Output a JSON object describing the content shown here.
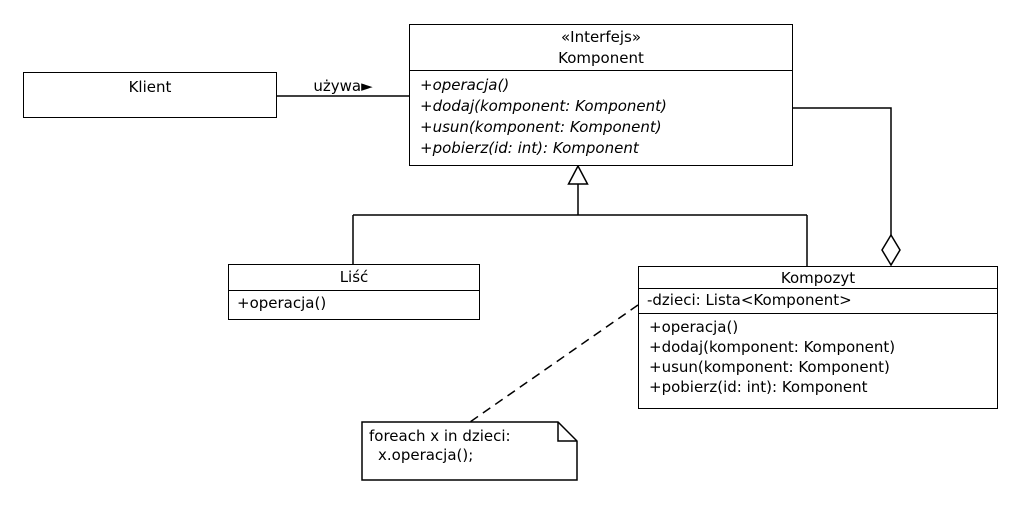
{
  "klient": {
    "name": "Klient"
  },
  "komponent": {
    "stereotype": "«Interfejs»",
    "name": "Komponent",
    "methods": [
      "+operacja()",
      "+dodaj(komponent: Komponent)",
      "+usun(komponent: Komponent)",
      "+pobierz(id: int): Komponent"
    ]
  },
  "lisc": {
    "name": "Liść",
    "methods": [
      "+operacja()"
    ]
  },
  "kompozyt": {
    "name": "Kompozyt",
    "attributes": [
      "-dzieci: Lista<Komponent>"
    ],
    "methods": [
      "+operacja()",
      "+dodaj(komponent: Komponent)",
      "+usun(komponent: Komponent)",
      "+pobierz(id: int): Komponent"
    ]
  },
  "note": {
    "lines": [
      "foreach x in dzieci:",
      "x.operacja();"
    ]
  },
  "relations": {
    "uses_label": "używa►"
  },
  "colors": {
    "line": "#000000",
    "fill": "#ffffff",
    "background": "#ffffff"
  }
}
